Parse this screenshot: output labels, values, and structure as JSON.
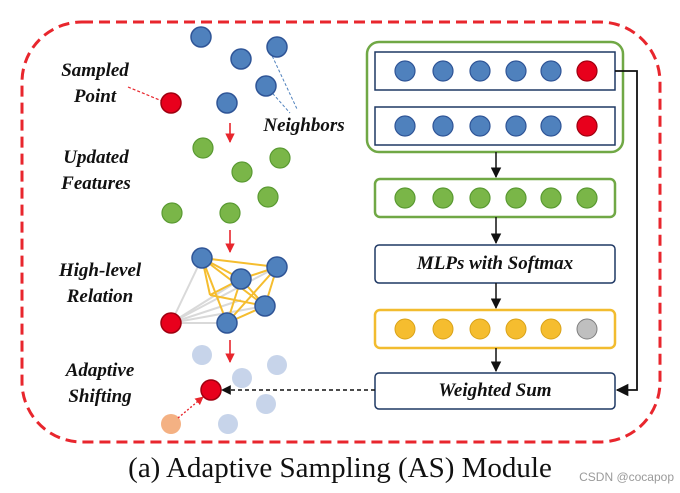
{
  "labels": {
    "sampled_point_line1": "Sampled",
    "sampled_point_line2": "Point",
    "neighbors": "Neighbors",
    "updated_features_line1": "Updated",
    "updated_features_line2": "Features",
    "high_level_relation_line1": "High-level",
    "high_level_relation_line2": "Relation",
    "adaptive_shifting_line1": "Adaptive",
    "adaptive_shifting_line2": "Shifting"
  },
  "pipeline": {
    "mlps_label": "MLPs with Softmax",
    "weighted_sum_label": "Weighted Sum"
  },
  "caption": "(a) Adaptive Sampling (AS) Module",
  "watermark": "CSDN @cocapop",
  "colors": {
    "border_red": "#e8262d",
    "neighbor_blue": "#4f81bd",
    "sampled_red": "#e8001c",
    "feature_green": "#7ab648",
    "relation_yellow": "#f5bd2f",
    "gray": "#bfbfbf",
    "box_navy": "#1f3864",
    "green_box": "#70a845",
    "yellow_box": "#f2bc2f"
  }
}
